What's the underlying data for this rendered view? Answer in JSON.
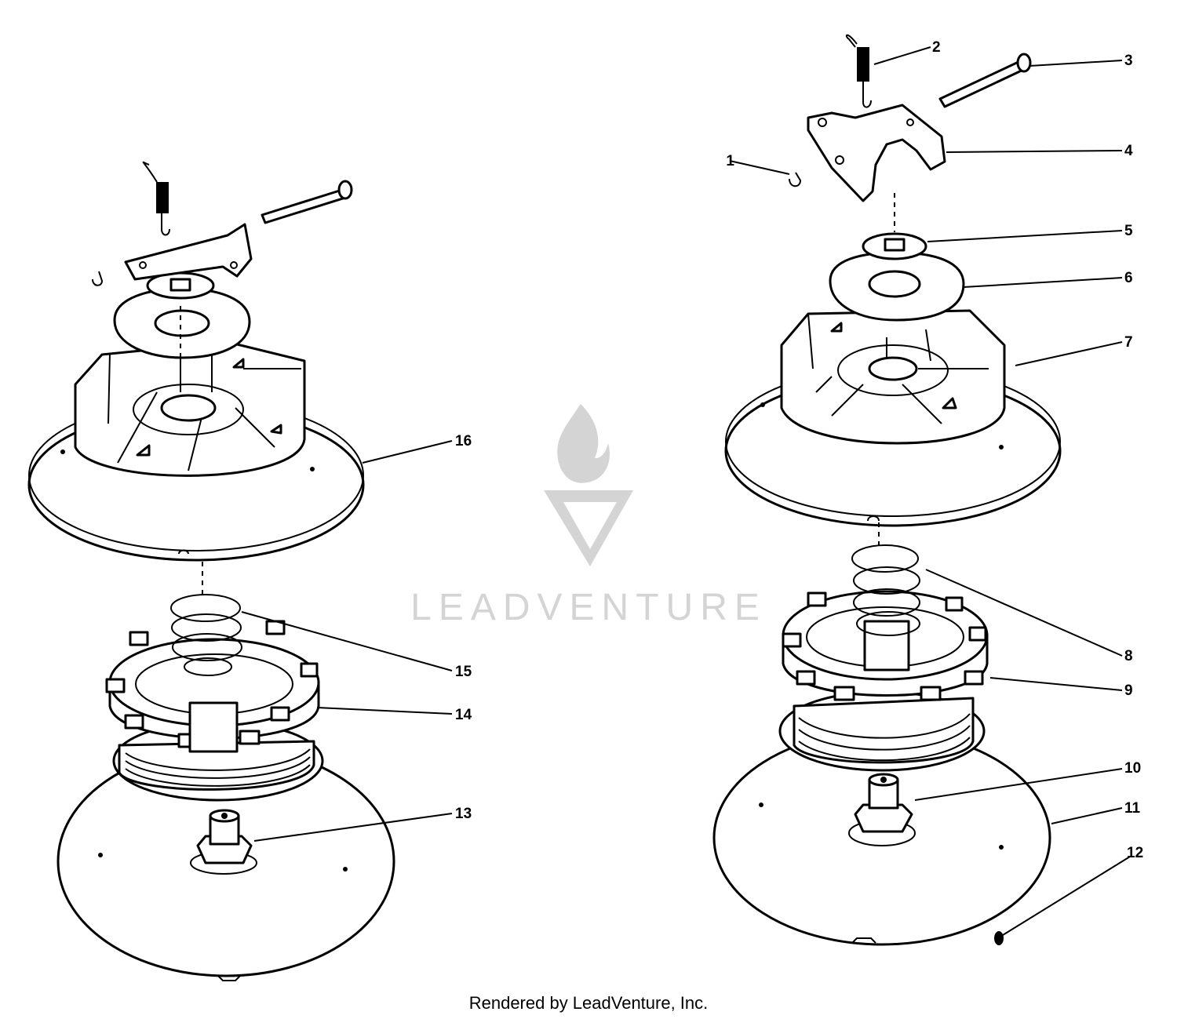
{
  "callouts": {
    "c1": "1",
    "c2": "2",
    "c3": "3",
    "c4": "4",
    "c5": "5",
    "c6": "6",
    "c7": "7",
    "c8": "8",
    "c9": "9",
    "c10": "10",
    "c11": "11",
    "c12": "12",
    "c13": "13",
    "c14": "14",
    "c15": "15",
    "c16": "16"
  },
  "watermark": {
    "text": "LEADVENTURE"
  },
  "footer": {
    "credit": "Rendered by LeadVenture, Inc."
  },
  "colors": {
    "line": "#000000",
    "background": "#ffffff",
    "watermark": "#d4d4d4"
  }
}
